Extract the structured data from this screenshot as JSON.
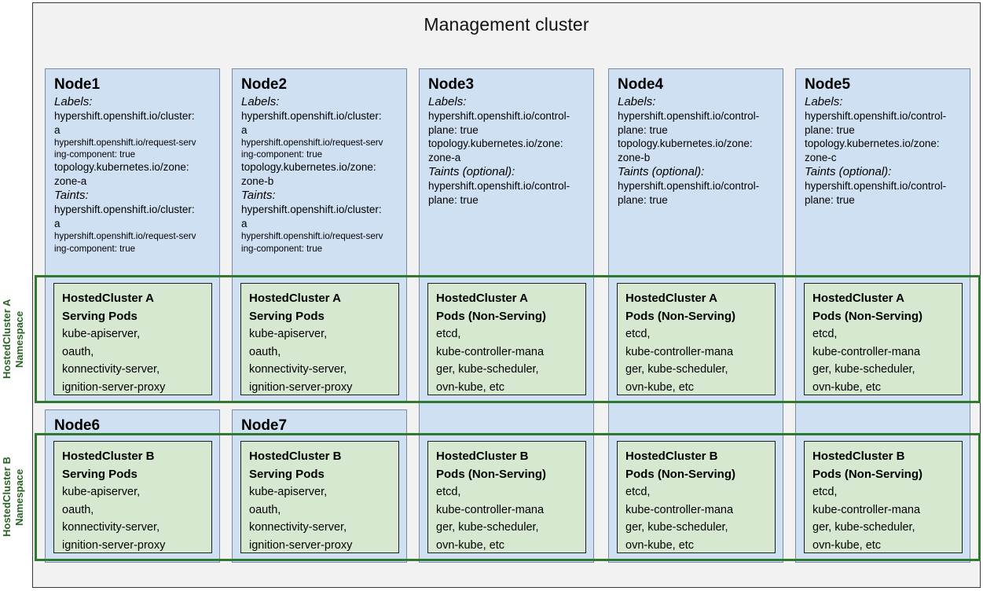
{
  "diagram": {
    "title": "Management cluster",
    "namespaces": [
      {
        "id": "a",
        "label": "HostedCluster A\nNamespace"
      },
      {
        "id": "b",
        "label": "HostedCluster B\nNamespace"
      }
    ],
    "colors": {
      "node_fill": "#cfe0f3",
      "node_stroke": "#7b8ba3",
      "pod_fill": "#d6e8d0",
      "pod_stroke": "#1f1f1f",
      "namespace_stroke": "#2f7a2e",
      "namespace_label": "#2b6326",
      "frame_fill": "#f2f2f2",
      "frame_stroke": "#3a3a3a"
    }
  },
  "nodes": [
    {
      "name": "Node1",
      "labels_heading": "Labels:",
      "labels": [
        {
          "text": "hypershift.openshift.io/cluster:",
          "small": false
        },
        {
          "text": "a",
          "small": false
        },
        {
          "text": "hypershift.openshift.io/request-serv",
          "small": true
        },
        {
          "text": "ing-component: true",
          "small": true
        },
        {
          "text": "topology.kubernetes.io/zone:",
          "small": false
        },
        {
          "text": "zone-a",
          "small": false
        }
      ],
      "taints_heading": "Taints:",
      "taints": [
        {
          "text": "hypershift.openshift.io/cluster:",
          "small": false
        },
        {
          "text": "a",
          "small": false
        },
        {
          "text": "hypershift.openshift.io/request-serv",
          "small": true
        },
        {
          "text": "ing-component: true",
          "small": true
        }
      ]
    },
    {
      "name": "Node2",
      "labels_heading": "Labels:",
      "labels": [
        {
          "text": "hypershift.openshift.io/cluster:",
          "small": false
        },
        {
          "text": "a",
          "small": false
        },
        {
          "text": "hypershift.openshift.io/request-serv",
          "small": true
        },
        {
          "text": "ing-component: true",
          "small": true
        },
        {
          "text": "topology.kubernetes.io/zone:",
          "small": false
        },
        {
          "text": "zone-b",
          "small": false
        }
      ],
      "taints_heading": "Taints:",
      "taints": [
        {
          "text": "hypershift.openshift.io/cluster:",
          "small": false
        },
        {
          "text": "a",
          "small": false
        },
        {
          "text": "hypershift.openshift.io/request-serv",
          "small": true
        },
        {
          "text": "ing-component: true",
          "small": true
        }
      ]
    },
    {
      "name": "Node3",
      "labels_heading": "Labels:",
      "labels": [
        {
          "text": "hypershift.openshift.io/control-",
          "small": false
        },
        {
          "text": "plane: true",
          "small": false
        },
        {
          "text": "topology.kubernetes.io/zone:",
          "small": false
        },
        {
          "text": "zone-a",
          "small": false
        }
      ],
      "taints_heading": "Taints (optional):",
      "taints": [
        {
          "text": "hypershift.openshift.io/control-",
          "small": false
        },
        {
          "text": "plane: true",
          "small": false
        }
      ]
    },
    {
      "name": "Node4",
      "labels_heading": "Labels:",
      "labels": [
        {
          "text": "hypershift.openshift.io/control-",
          "small": false
        },
        {
          "text": "plane: true",
          "small": false
        },
        {
          "text": "topology.kubernetes.io/zone:",
          "small": false
        },
        {
          "text": "zone-b",
          "small": false
        }
      ],
      "taints_heading": "Taints (optional):",
      "taints": [
        {
          "text": "hypershift.openshift.io/control-",
          "small": false
        },
        {
          "text": "plane: true",
          "small": false
        }
      ]
    },
    {
      "name": "Node5",
      "labels_heading": "Labels:",
      "labels": [
        {
          "text": "hypershift.openshift.io/control-",
          "small": false
        },
        {
          "text": "plane: true",
          "small": false
        },
        {
          "text": "topology.kubernetes.io/zone:",
          "small": false
        },
        {
          "text": "zone-c",
          "small": false
        }
      ],
      "taints_heading": "Taints (optional):",
      "taints": [
        {
          "text": "hypershift.openshift.io/control-",
          "small": false
        },
        {
          "text": "plane: true",
          "small": false
        }
      ]
    },
    {
      "name": "Node6"
    },
    {
      "name": "Node7"
    }
  ],
  "pods": {
    "a_serving": {
      "title": "HostedCluster A\nServing Pods",
      "body": "kube-apiserver,\noauth,\nkonnectivity-server,\nignition-server-proxy"
    },
    "a_nonserving": {
      "title": "HostedCluster A\nPods (Non-Serving)",
      "body": "etcd,\nkube-controller-mana\nger, kube-scheduler,\novn-kube, etc"
    },
    "b_serving": {
      "title": "HostedCluster B\nServing Pods",
      "body": "kube-apiserver,\noauth,\nkonnectivity-server,\nignition-server-proxy"
    },
    "b_nonserving": {
      "title": "HostedCluster B\nPods (Non-Serving)",
      "body": "etcd,\nkube-controller-mana\nger, kube-scheduler,\novn-kube, etc"
    }
  }
}
